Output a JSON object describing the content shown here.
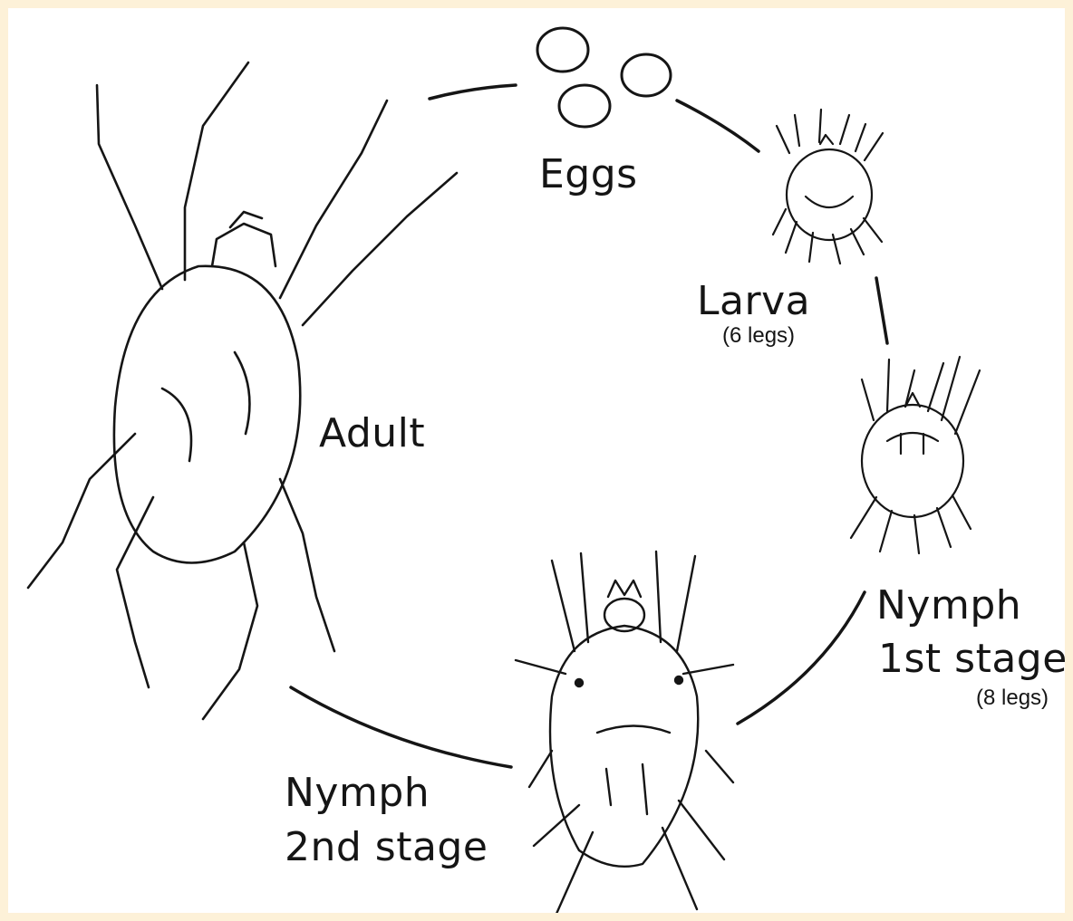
{
  "stages": {
    "eggs": "Eggs",
    "larva": "Larva",
    "larva_legs": "(6 legs)",
    "nymph1_line1": "Nymph",
    "nymph1_line2": "1st stage",
    "nymph1_legs": "(8 legs)",
    "nymph2_line1": "Nymph",
    "nymph2_line2": "2nd stage",
    "adult": "Adult"
  },
  "colors": {
    "frame": "#fdf1d8",
    "ink": "#151515",
    "background": "#ffffff"
  }
}
